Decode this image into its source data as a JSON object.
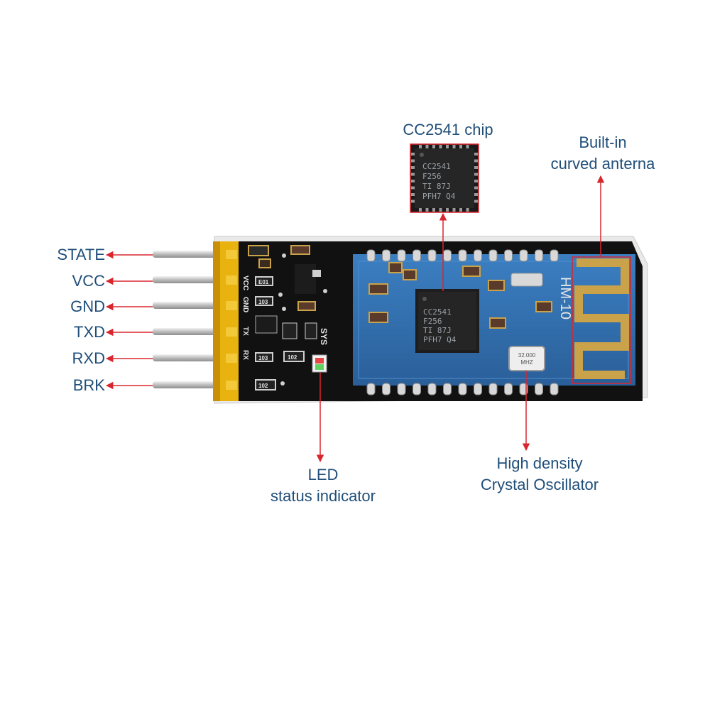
{
  "pins": [
    {
      "label": "STATE"
    },
    {
      "label": "VCC"
    },
    {
      "label": "GND"
    },
    {
      "label": "TXD"
    },
    {
      "label": "RXD"
    },
    {
      "label": "BRK"
    }
  ],
  "callouts": {
    "chip": {
      "label": "CC2541 chip"
    },
    "antenna": {
      "line1": "Built-in",
      "line2": "curved anterna"
    },
    "led": {
      "line1": "LED",
      "line2": "status indicator"
    },
    "oscillator": {
      "line1": "High density",
      "line2": "Crystal Oscillator"
    }
  },
  "chip_marking": {
    "line1": "CC2541",
    "line2": "F256",
    "line3": "TI 87J",
    "line4": "PFH7 Q4"
  },
  "module_marking": "HM-10",
  "crystal_marking": {
    "line1": "32.000",
    "line2": "MHZ"
  },
  "silkscreen": {
    "vcc": "VCC",
    "gnd": "GND",
    "tx": "TX",
    "rx": "RX",
    "sys": "SYS",
    "e01": "E01",
    "r103a": "103",
    "r103b": "103",
    "r102a": "102",
    "r102b": "102"
  },
  "colors": {
    "label_text": "#1f4e79",
    "arrow": "#d9262e",
    "pcb_black": "#111111",
    "pcb_blue": "#2f6fb0",
    "header_yellow": "#e8b20f",
    "pin_silver": "#c8c8c8",
    "pad_gold": "#c9a24a"
  }
}
